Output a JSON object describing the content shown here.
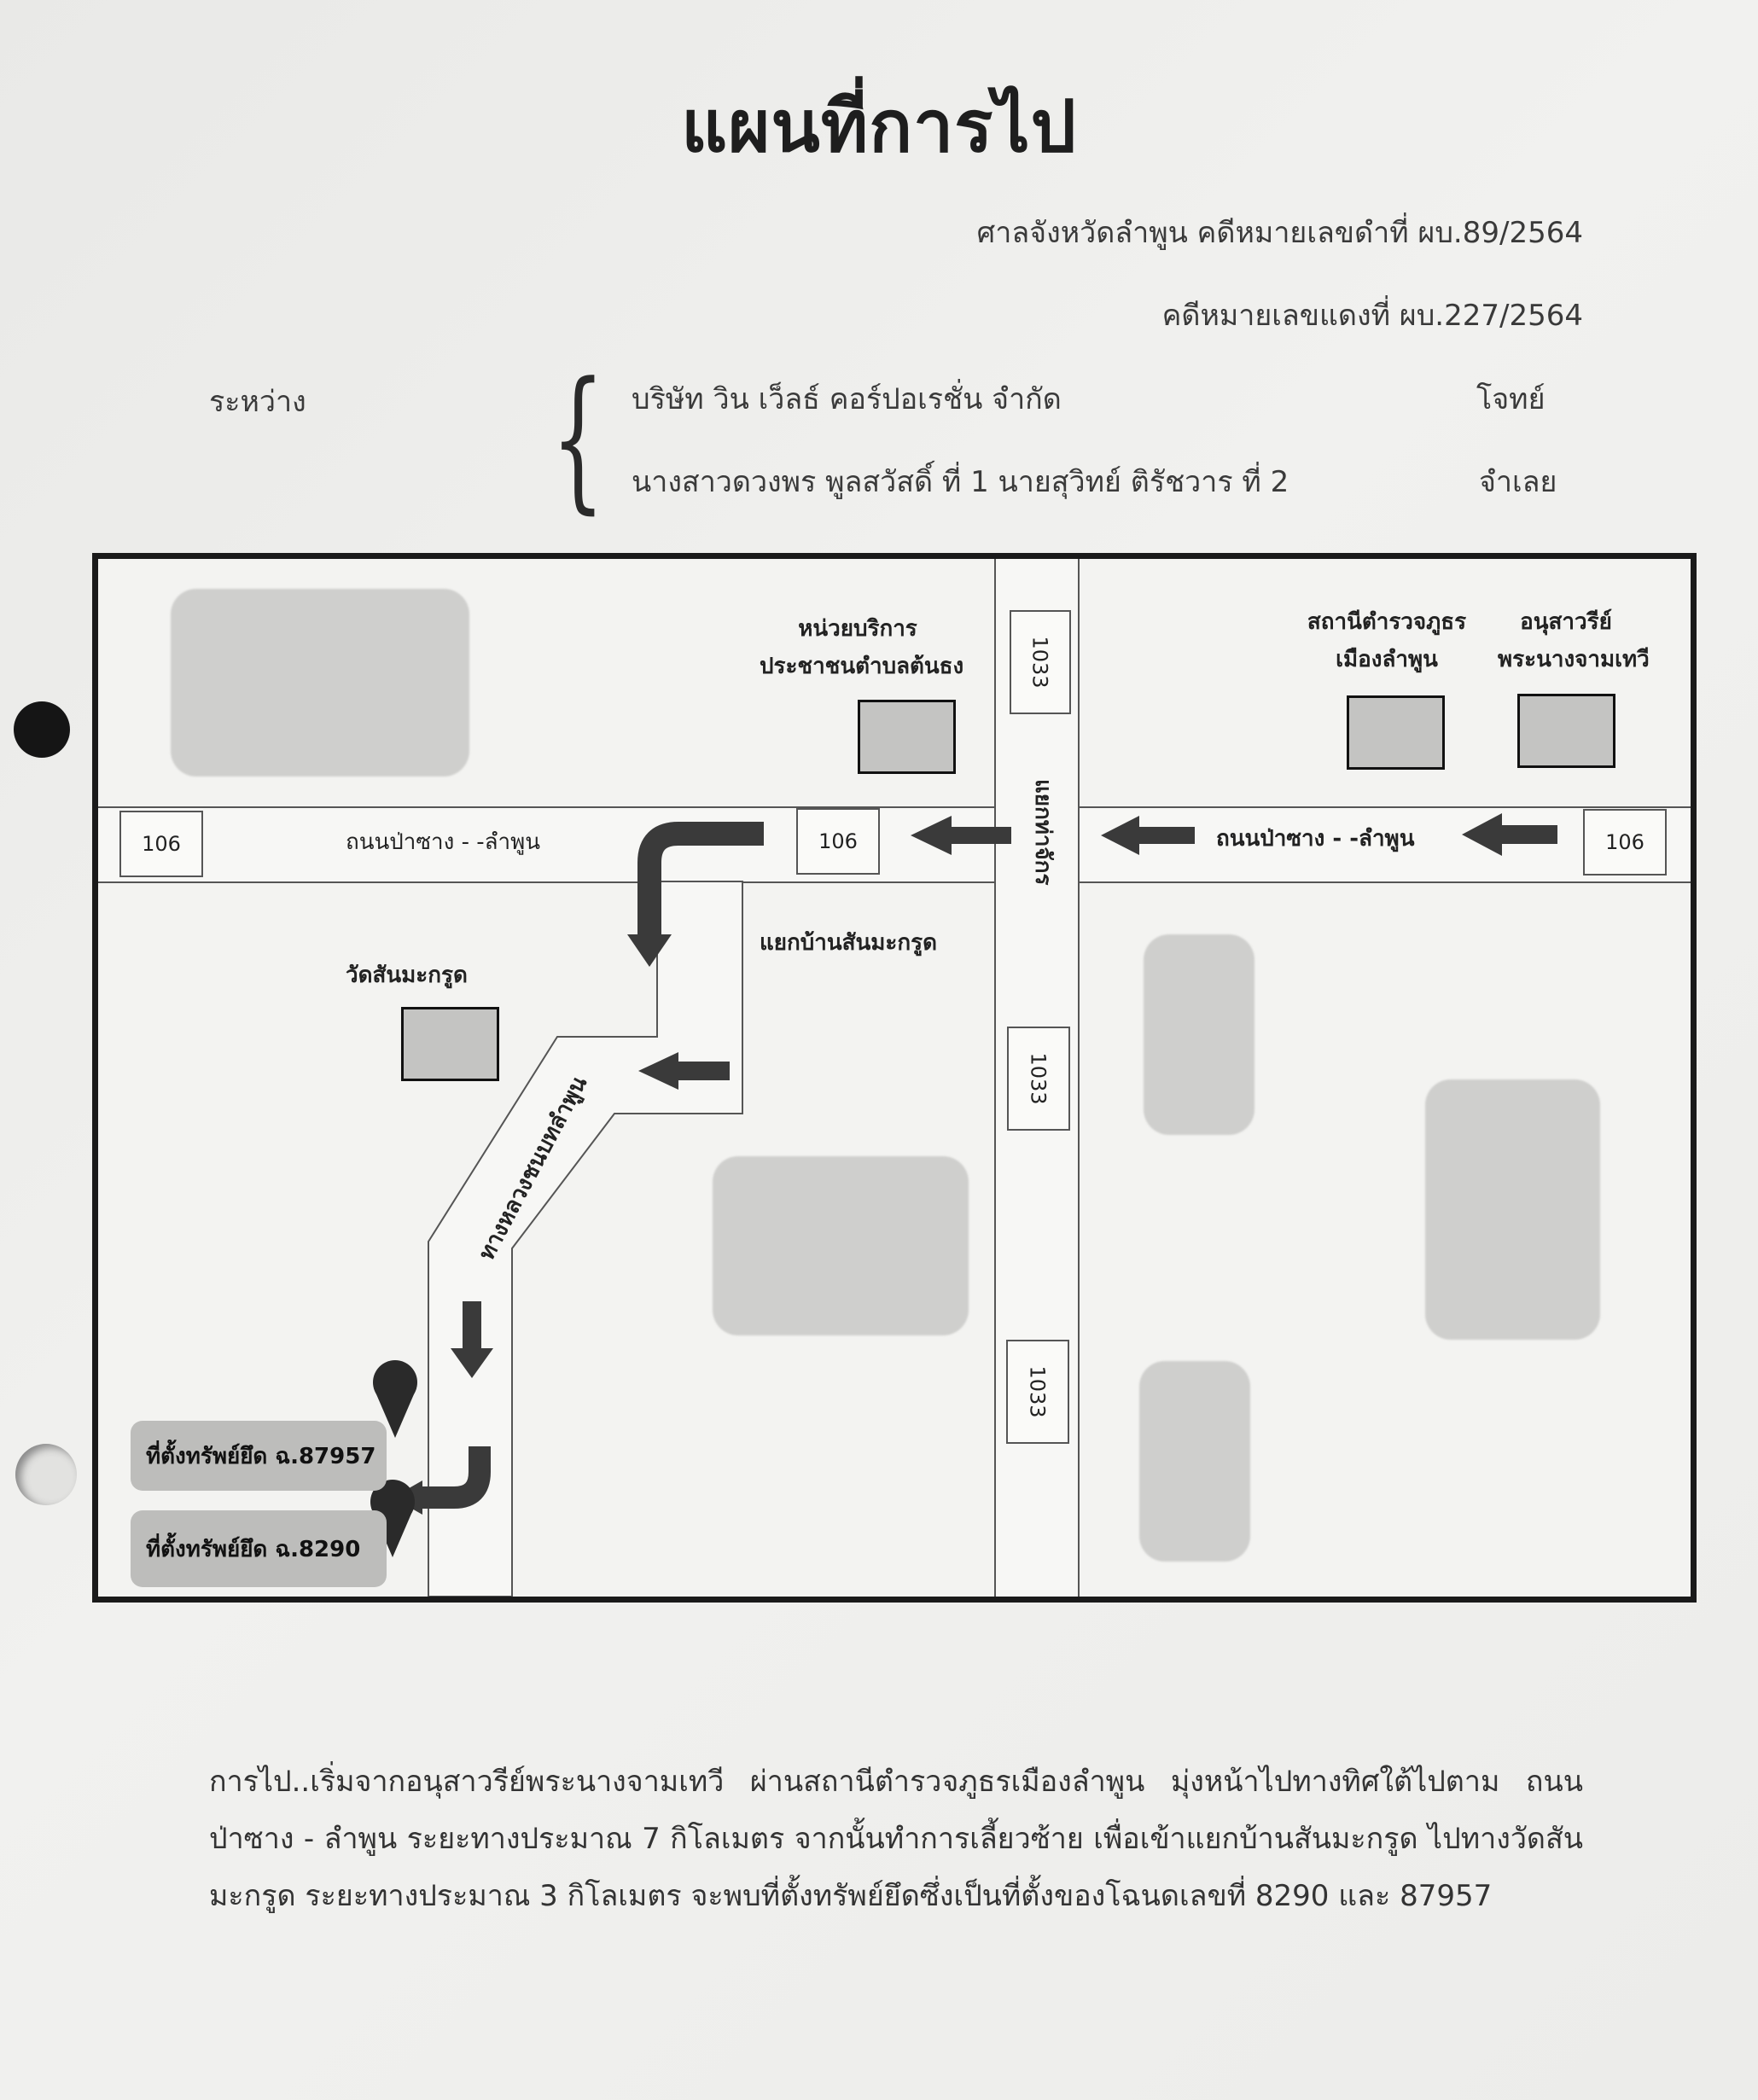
{
  "title": "แผนที่การไป",
  "header": {
    "court_line": "ศาลจังหวัดลำพูน  คดีหมายเลขดำที่  ผบ.89/2564",
    "red_case_line": "คดีหมายเลขแดงที่  ผบ.227/2564",
    "between_label": "ระหว่าง",
    "party1_name": "บริษัท  วิน  เว็ลธ์  คอร์ปอเรชั่น  จำกัด",
    "party1_role": "โจทย์",
    "party2_name": "นางสาวดวงพร  พูลสวัสดิ์  ที่ 1  นายสุวิทย์  ติรัชวาร  ที่ 2",
    "party2_role": "จำเลย"
  },
  "map": {
    "sign_106_left": "106",
    "sign_106_mid": "106",
    "sign_106_right": "106",
    "sign_1033_top": "1033",
    "sign_1033_mid": "1033",
    "sign_1033_bottom": "1033",
    "road_left_label": "ถนนป่าซาง - -ลำพูน",
    "road_right_label": "ถนนป่าซาง - -ลำพูน",
    "junction_label": "แยกท่าจักร",
    "service_unit_line1": "หน่วยบริการ",
    "service_unit_line2": "ประชาชนตำบลต้นธง",
    "police_line1": "สถานีตำรวจภูธร",
    "police_line2": "เมืองลำพูน",
    "monument_line1": "อนุสาวรีย์",
    "monument_line2": "พระนางจามเทวี",
    "ban_san_junction": "แยกบ้านสันมะกรูด",
    "temple_label": "วัดสันมะกรูด",
    "rural_road_label": "ทางหลวงชนบทลำพูน",
    "property1": "ที่ตั้งทรัพย์ยึด  ฉ.87957",
    "property2": "ที่ตั้งทรัพย์ยึด  ฉ.8290"
  },
  "directions": "การไป..เริ่มจากอนุสาวรีย์พระนางจามเทวี  ผ่านสถานีตำรวจภูธรเมืองลำพูน  มุ่งหน้าไปทางทิศใต้ไปตาม ถนนป่าซาง - ลำพูน  ระยะทางประมาณ  7  กิโลเมตร  จากนั้นทำการเลี้ยวซ้าย  เพื่อเข้าแยกบ้านสันมะกรูด ไปทางวัดสันมะกรูด  ระยะทางประมาณ  3  กิโลเมตร  จะพบที่ตั้งทรัพย์ยึดซึ่งเป็นที่ตั้งของโฉนดเลขที่  8290 และ  87957"
}
